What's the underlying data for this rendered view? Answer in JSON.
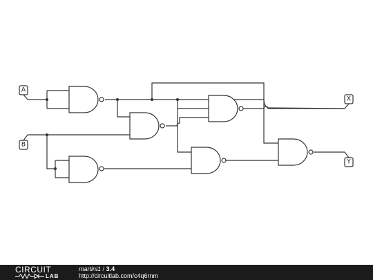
{
  "diagram": {
    "inputs": [
      {
        "label": "A"
      },
      {
        "label": "B"
      }
    ],
    "outputs": [
      {
        "label": "X"
      },
      {
        "label": "Y"
      }
    ],
    "gates": [
      {
        "id": "nand1",
        "type": "NAND"
      },
      {
        "id": "nand2",
        "type": "NAND"
      },
      {
        "id": "nand3",
        "type": "NAND"
      },
      {
        "id": "nand4",
        "type": "NAND"
      },
      {
        "id": "nand5",
        "type": "NAND"
      },
      {
        "id": "nand6",
        "type": "NAND"
      }
    ]
  },
  "footer": {
    "logo_top": "CIRCUIT",
    "logo_bottom": "LAB",
    "author": "martini1",
    "separator": "/",
    "title": "3.4",
    "url": "http://circuitlab.com/c4q6rnm"
  }
}
